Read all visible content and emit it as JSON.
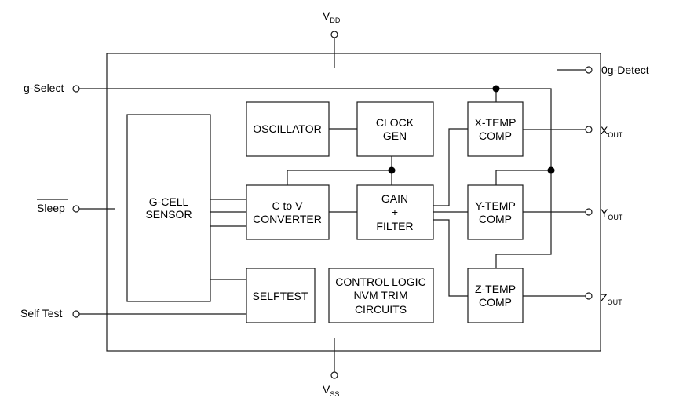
{
  "pins": {
    "vdd": {
      "main": "V",
      "sub": "DD"
    },
    "vss": {
      "main": "V",
      "sub": "SS"
    },
    "g_select": "g-Select",
    "sleep": "Sleep",
    "self_test": "Self Test",
    "zero_g_detect": "0g-Detect",
    "xout": {
      "main": "X",
      "sub": "OUT"
    },
    "yout": {
      "main": "Y",
      "sub": "OUT"
    },
    "zout": {
      "main": "Z",
      "sub": "OUT"
    }
  },
  "blocks": {
    "gcell": [
      "G-CELL",
      "SENSOR"
    ],
    "oscillator": "OSCILLATOR",
    "clockgen": [
      "CLOCK",
      "GEN"
    ],
    "ctov": [
      "C to V",
      "CONVERTER"
    ],
    "gain": [
      "GAIN",
      "+",
      "FILTER"
    ],
    "selftest": "SELFTEST",
    "control": [
      "CONTROL LOGIC",
      "NVM TRIM",
      "CIRCUITS"
    ],
    "xtemp": [
      "X-TEMP",
      "COMP"
    ],
    "ytemp": [
      "Y-TEMP",
      "COMP"
    ],
    "ztemp": [
      "Z-TEMP",
      "COMP"
    ]
  }
}
